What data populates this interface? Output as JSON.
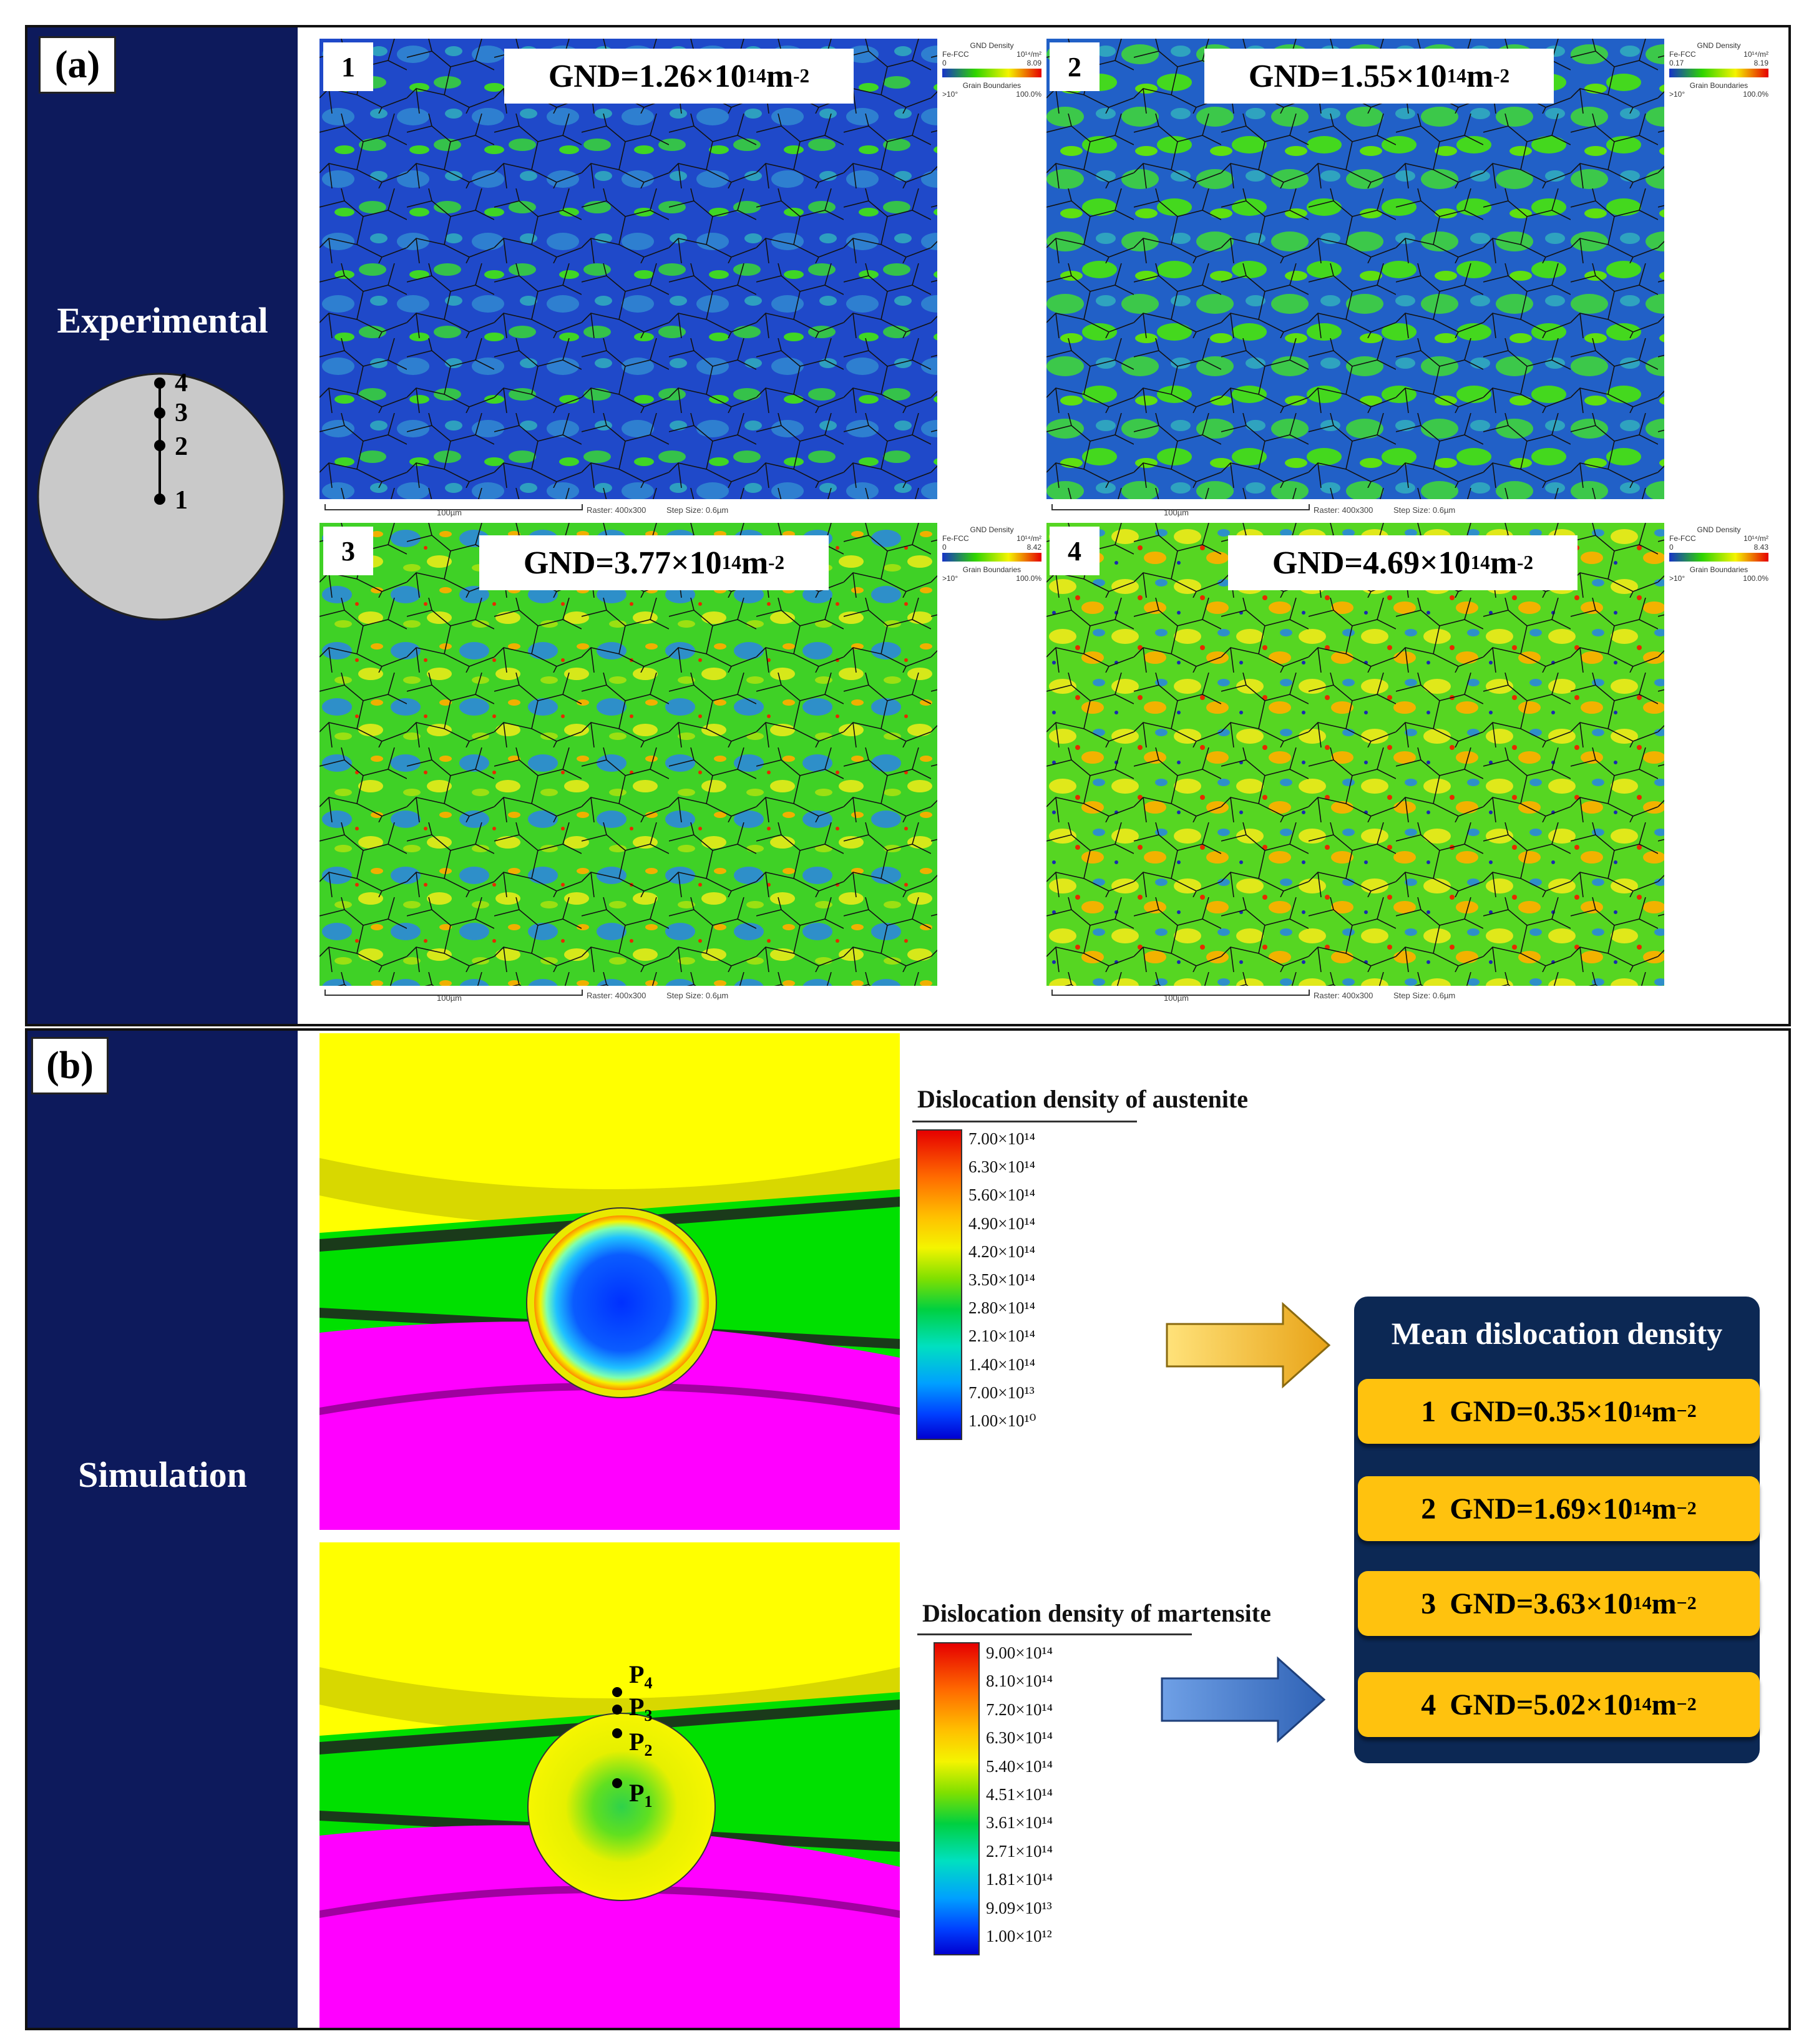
{
  "panel_a": {
    "tag": "(a)",
    "side_title": "Experimental",
    "point_labels": [
      "1",
      "2",
      "3",
      "4"
    ],
    "maps": [
      {
        "num": "1",
        "gnd_prefix": "GND=1.26×10",
        "gnd_exp": "14",
        "gnd_unit": "m",
        "gnd_unit_exp": "-2",
        "legend_title": "GND Density",
        "legend_phase": "Fe-FCC",
        "legend_unit": "10¹⁴/m²",
        "legend_min": "0",
        "legend_max": "8.09",
        "gb_title": "Grain Boundaries",
        "gb_range": ">10°",
        "gb_pct": "100.0%",
        "scale": "100µm",
        "raster": "Raster: 400x300",
        "step": "Step Size: 0.6µm"
      },
      {
        "num": "2",
        "gnd_prefix": "GND=1.55×10",
        "gnd_exp": "14",
        "gnd_unit": "m",
        "gnd_unit_exp": "-2",
        "legend_title": "GND Density",
        "legend_phase": "Fe-FCC",
        "legend_unit": "10¹⁴/m²",
        "legend_min": "0.17",
        "legend_max": "8.19",
        "gb_title": "Grain Boundaries",
        "gb_range": ">10°",
        "gb_pct": "100.0%",
        "scale": "100µm",
        "raster": "Raster: 400x300",
        "step": "Step Size: 0.6µm"
      },
      {
        "num": "3",
        "gnd_prefix": "GND=3.77×10",
        "gnd_exp": "14",
        "gnd_unit": "m",
        "gnd_unit_exp": "-2",
        "legend_title": "GND Density",
        "legend_phase": "Fe-FCC",
        "legend_unit": "10¹⁴/m²",
        "legend_min": "0",
        "legend_max": "8.42",
        "gb_title": "Grain Boundaries",
        "gb_range": ">10°",
        "gb_pct": "100.0%",
        "scale": "100µm",
        "raster": "Raster: 400x300",
        "step": "Step Size: 0.6µm"
      },
      {
        "num": "4",
        "gnd_prefix": "GND=4.69×10",
        "gnd_exp": "14",
        "gnd_unit": "m",
        "gnd_unit_exp": "-2",
        "legend_title": "GND Density",
        "legend_phase": "Fe-FCC",
        "legend_unit": "10¹⁴/m²",
        "legend_min": "0",
        "legend_max": "8.43",
        "gb_title": "Grain Boundaries",
        "gb_range": ">10°",
        "gb_pct": "100.0%",
        "scale": "100µm",
        "raster": "Raster: 400x300",
        "step": "Step Size: 0.6µm"
      }
    ]
  },
  "panel_b": {
    "tag": "(b)",
    "side_title": "Simulation",
    "austenite": {
      "title": "Dislocation density of austenite",
      "labels": [
        "7.00×10¹⁴",
        "6.30×10¹⁴",
        "5.60×10¹⁴",
        "4.90×10¹⁴",
        "4.20×10¹⁴",
        "3.50×10¹⁴",
        "2.80×10¹⁴",
        "2.10×10¹⁴",
        "1.40×10¹⁴",
        "7.00×10¹³",
        "1.00×10¹⁰"
      ]
    },
    "martensite": {
      "title": "Dislocation density of martensite",
      "labels": [
        "9.00×10¹⁴",
        "8.10×10¹⁴",
        "7.20×10¹⁴",
        "6.30×10¹⁴",
        "5.40×10¹⁴",
        "4.51×10¹⁴",
        "3.61×10¹⁴",
        "2.71×10¹⁴",
        "1.81×10¹⁴",
        "9.09×10¹³",
        "1.00×10¹²"
      ]
    },
    "points": [
      {
        "base": "P",
        "sub": "4"
      },
      {
        "base": "P",
        "sub": "3"
      },
      {
        "base": "P",
        "sub": "2"
      },
      {
        "base": "P",
        "sub": "1"
      }
    ],
    "mean": {
      "title": "Mean dislocation density",
      "items": [
        {
          "num": "1",
          "text": "GND=0.35×10",
          "exp": "14",
          "unit": "m",
          "unit_exp": "−2"
        },
        {
          "num": "2",
          "text": "GND=1.69×10",
          "exp": "14",
          "unit": "m",
          "unit_exp": "−2"
        },
        {
          "num": "3",
          "text": "GND=3.63×10",
          "exp": "14",
          "unit": "m",
          "unit_exp": "−2"
        },
        {
          "num": "4",
          "text": "GND=5.02×10",
          "exp": "14",
          "unit": "m",
          "unit_exp": "−2"
        }
      ]
    }
  },
  "colors": {
    "navy": "#0d1a5c",
    "jet_blue": "#1733c8",
    "jet_green": "#2fd400",
    "jet_yellow": "#f4f400",
    "jet_red": "#e60000",
    "magenta": "#ff00ff",
    "gold": "#ffc20e",
    "arrow_gold": "#e8a317",
    "arrow_blue": "#3a73c4"
  }
}
